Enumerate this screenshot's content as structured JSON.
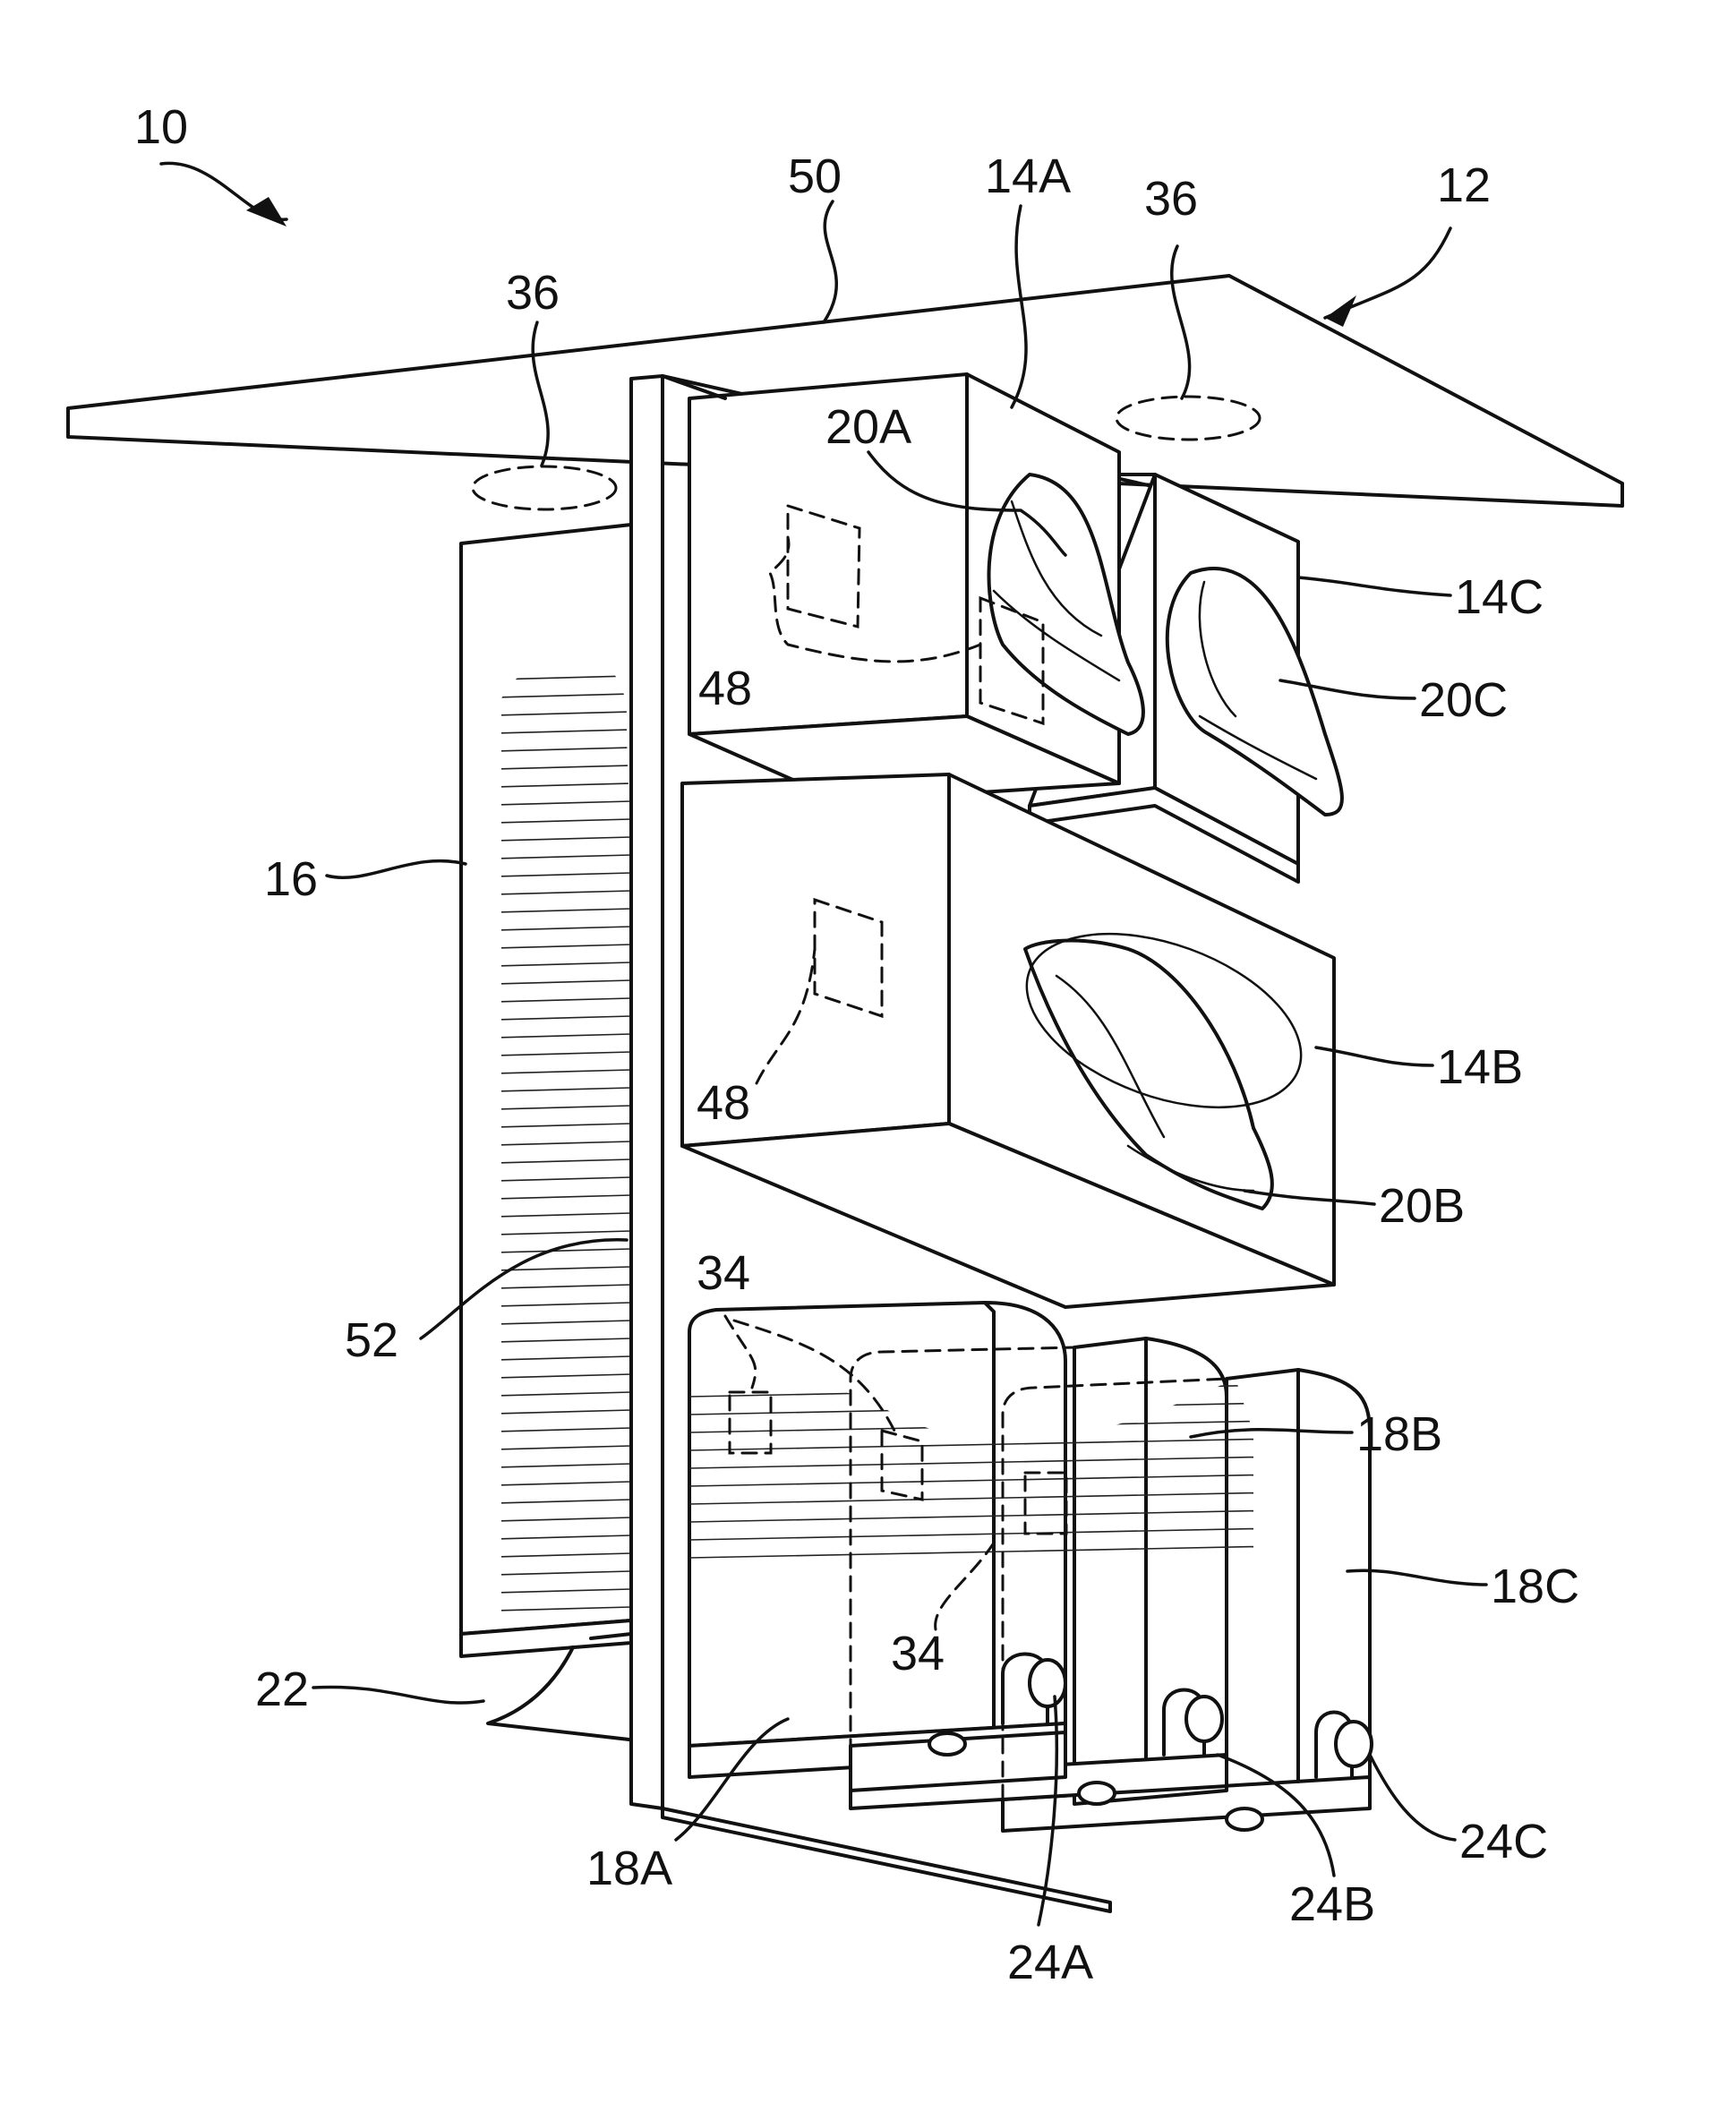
{
  "labels": {
    "apparatus": "10",
    "shelf": "12",
    "top_plate": "50",
    "box_a": "14A",
    "box_b": "14B",
    "box_c": "14C",
    "bag_a": "20A",
    "bag_b": "20B",
    "bag_c": "20C",
    "mount_left": "36",
    "mount_right": "36",
    "sensor_upper": "48",
    "sensor_middle": "48",
    "side_panel": "16",
    "divider": "52",
    "sensor_group": "34",
    "sensor_lower": "34",
    "roll": "22",
    "dispenser_a": "18A",
    "dispenser_b": "18B",
    "dispenser_c": "18C",
    "knob_a": "24A",
    "knob_b": "24B",
    "knob_c": "24C"
  }
}
